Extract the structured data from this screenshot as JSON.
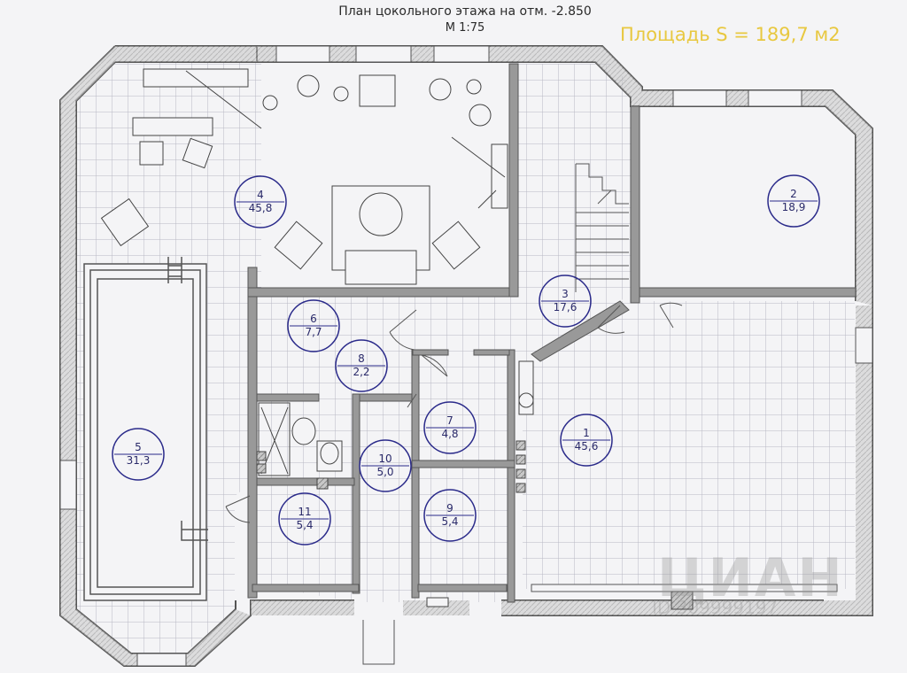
{
  "header": {
    "title": "План цокольного этажа на отм. -2.850",
    "scale": "М 1:75",
    "area": "Площадь S = 189,7 м2"
  },
  "rooms": [
    {
      "id": "1",
      "area": "45,6"
    },
    {
      "id": "2",
      "area": "18,9"
    },
    {
      "id": "3",
      "area": "17,6"
    },
    {
      "id": "4",
      "area": "45,8"
    },
    {
      "id": "5",
      "area": "31,3"
    },
    {
      "id": "6",
      "area": "7,7"
    },
    {
      "id": "7",
      "area": "4,8"
    },
    {
      "id": "8",
      "area": "2,2"
    },
    {
      "id": "9",
      "area": "5,4"
    },
    {
      "id": "10",
      "area": "5,0"
    },
    {
      "id": "11",
      "area": "5,4"
    }
  ],
  "watermark": {
    "brand": "ЦИАН",
    "code": "ID 309999197"
  },
  "colors": {
    "wall": "#555555",
    "grid": "#b8b8c4",
    "room_circle": "#2a2a8a"
  }
}
